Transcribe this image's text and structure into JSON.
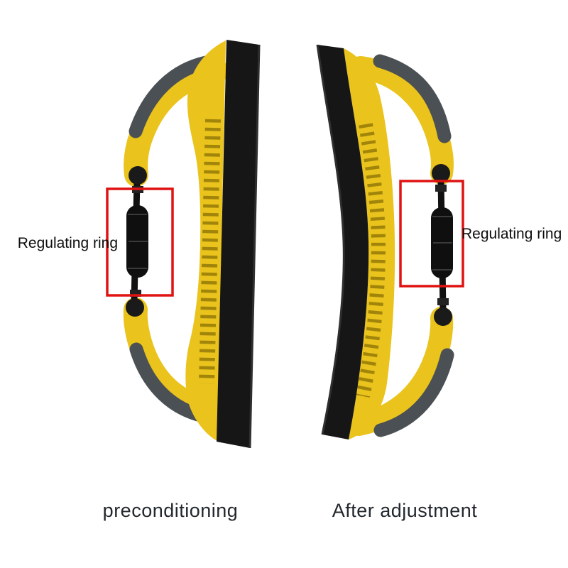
{
  "annotations": {
    "left_label": "Regulating ring",
    "right_label": "Regulating ring"
  },
  "captions": {
    "left": "preconditioning",
    "right": "After adjustment"
  },
  "colors": {
    "body_yellow": "#eac31c",
    "pad_black": "#161616",
    "grip_gray": "#4a5054",
    "rod_black": "#111111",
    "highlight_red": "#e01212",
    "label_text": "#0d0d0d",
    "caption_text": "#23282e",
    "background": "#ffffff"
  }
}
